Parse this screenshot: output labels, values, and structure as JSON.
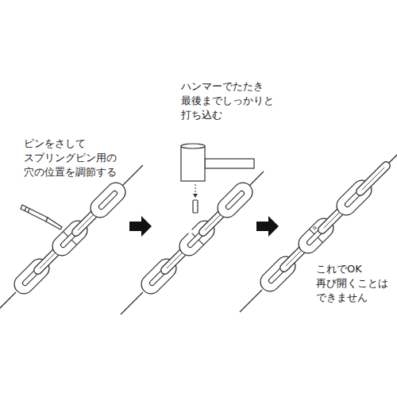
{
  "diagram": {
    "labels": [
      "ピンをさして スプリングピン用の 穴の位置を調節する",
      "ハンマーでたたき 最後までしっかりと 打ち込む",
      "これでOK 再び開くことは できません"
    ]
  }
}
